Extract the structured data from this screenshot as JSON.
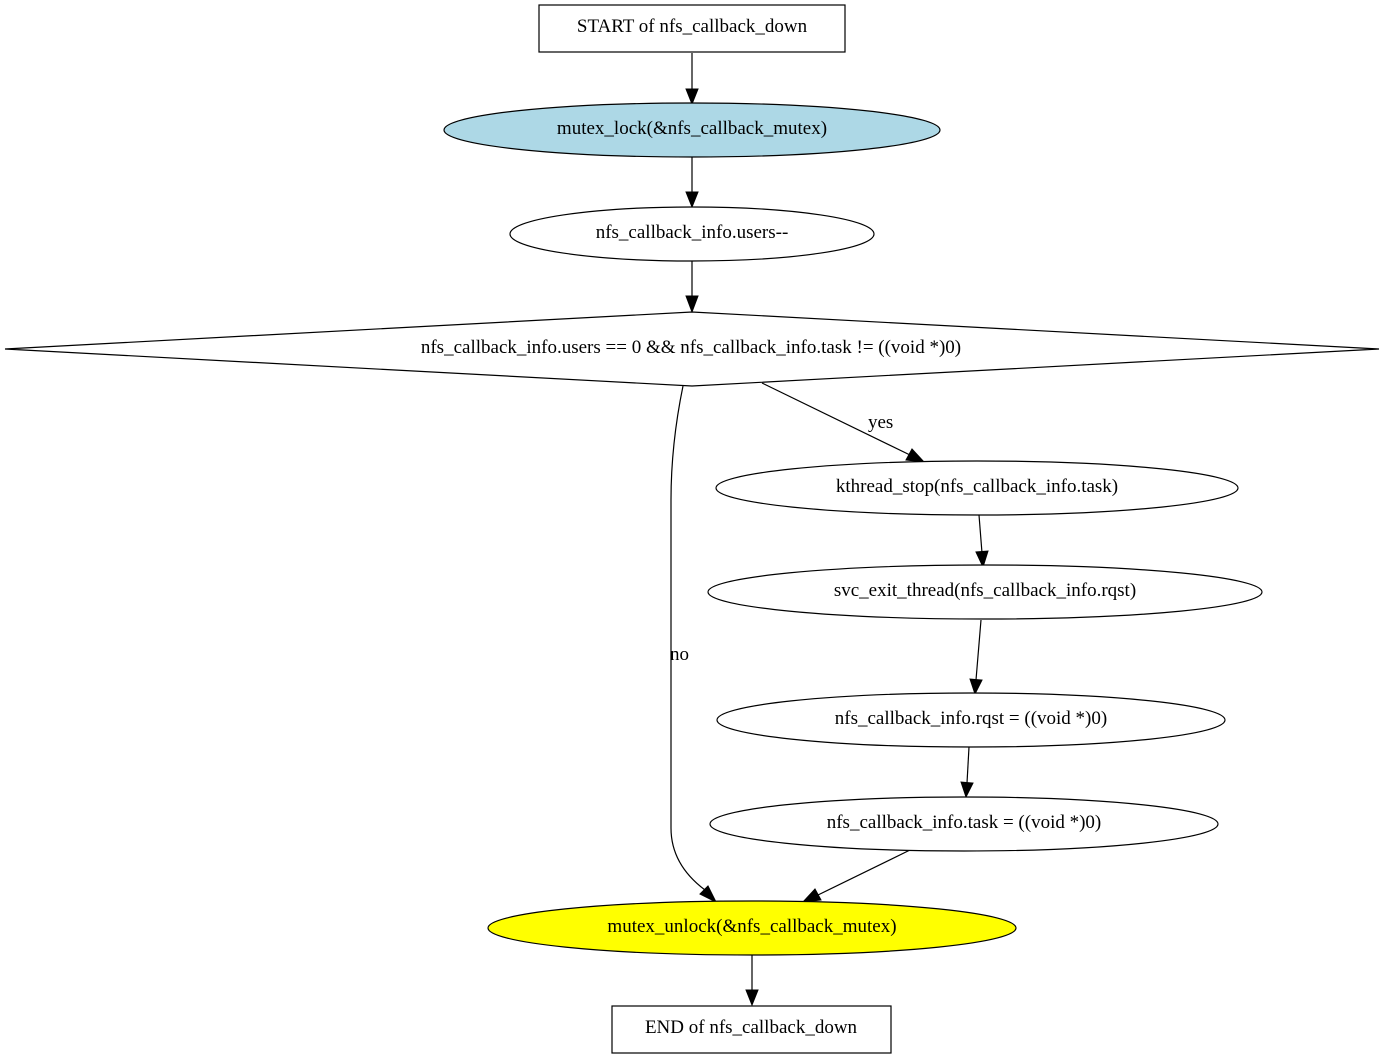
{
  "diagram": {
    "nodes": {
      "start": {
        "label": "START of nfs_callback_down",
        "shape": "box",
        "fill": "#ffffff"
      },
      "lock": {
        "label": "mutex_lock(&nfs_callback_mutex)",
        "shape": "ellipse",
        "fill": "#add8e6"
      },
      "dec": {
        "label": "nfs_callback_info.users--",
        "shape": "ellipse",
        "fill": "#ffffff"
      },
      "cond": {
        "label": "nfs_callback_info.users == 0 && nfs_callback_info.task != ((void *)0)",
        "shape": "diamond",
        "fill": "#ffffff"
      },
      "kstop": {
        "label": "kthread_stop(nfs_callback_info.task)",
        "shape": "ellipse",
        "fill": "#ffffff"
      },
      "svcexit": {
        "label": "svc_exit_thread(nfs_callback_info.rqst)",
        "shape": "ellipse",
        "fill": "#ffffff"
      },
      "rqstnull": {
        "label": "nfs_callback_info.rqst = ((void *)0)",
        "shape": "ellipse",
        "fill": "#ffffff"
      },
      "tasknull": {
        "label": "nfs_callback_info.task = ((void *)0)",
        "shape": "ellipse",
        "fill": "#ffffff"
      },
      "unlock": {
        "label": "mutex_unlock(&nfs_callback_mutex)",
        "shape": "ellipse",
        "fill": "#ffff00"
      },
      "end": {
        "label": "END of nfs_callback_down",
        "shape": "box",
        "fill": "#ffffff"
      }
    },
    "edges": {
      "e1": {
        "from": "start",
        "to": "lock",
        "label": ""
      },
      "e2": {
        "from": "lock",
        "to": "dec",
        "label": ""
      },
      "e3": {
        "from": "dec",
        "to": "cond",
        "label": ""
      },
      "e4": {
        "from": "cond",
        "to": "kstop",
        "label": "yes"
      },
      "e5": {
        "from": "cond",
        "to": "unlock",
        "label": "no"
      },
      "e6": {
        "from": "kstop",
        "to": "svcexit",
        "label": ""
      },
      "e7": {
        "from": "svcexit",
        "to": "rqstnull",
        "label": ""
      },
      "e8": {
        "from": "rqstnull",
        "to": "tasknull",
        "label": ""
      },
      "e9": {
        "from": "tasknull",
        "to": "unlock",
        "label": ""
      },
      "e10": {
        "from": "unlock",
        "to": "end",
        "label": ""
      }
    }
  }
}
